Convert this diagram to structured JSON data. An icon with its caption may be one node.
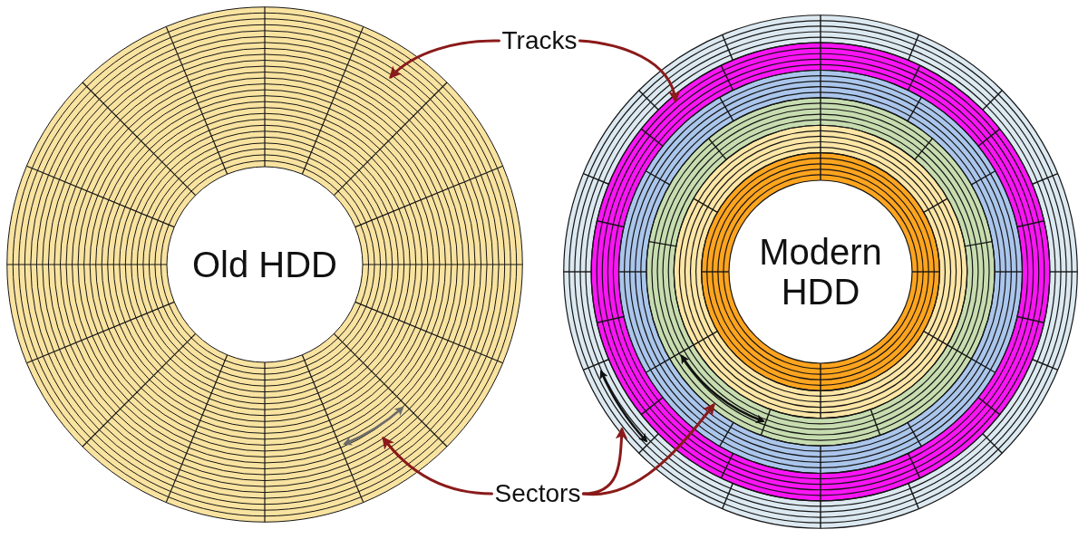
{
  "diagram": {
    "nodes": [
      {
        "text": [
          "Old HDD"
        ]
      },
      {
        "text": [
          "Modern HDD"
        ]
      },
      {
        "text": [
          "Tracks"
        ]
      },
      {
        "text": [
          "Sectors"
        ]
      }
    ],
    "edges": [
      {
        "from": 2,
        "to": 0,
        "arrow": "to"
      },
      {
        "from": 2,
        "to": 1,
        "arrow": "to"
      },
      {
        "from": 3,
        "to": 0,
        "arrow": "to"
      },
      {
        "from": 3,
        "to": 1,
        "arrow": "to"
      },
      {
        "from": 3,
        "to": 1,
        "arrow": "to"
      }
    ]
  }
}
